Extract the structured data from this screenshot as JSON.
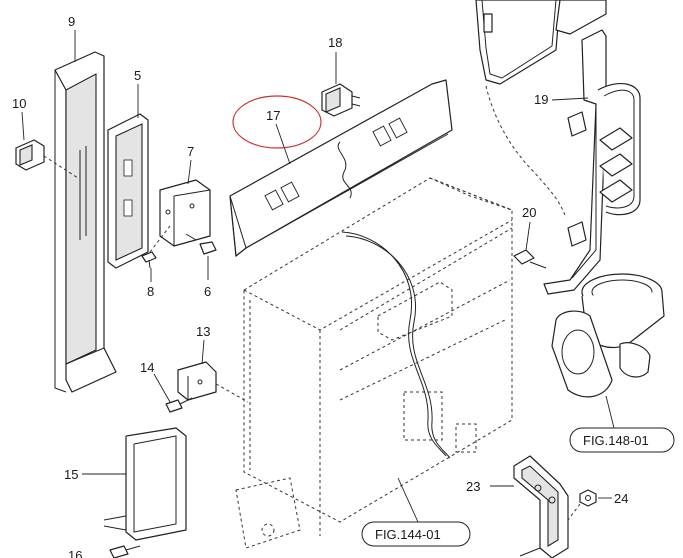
{
  "part_labels": {
    "p5": "5",
    "p6": "6",
    "p7": "7",
    "p8": "8",
    "p9": "9",
    "p10": "10",
    "p13": "13",
    "p14": "14",
    "p15": "15",
    "p16": "16",
    "p17": "17",
    "p18": "18",
    "p19": "19",
    "p20": "20",
    "p23": "23",
    "p24": "24"
  },
  "figure_refs": {
    "fig148": "FIG.148-01",
    "fig144": "FIG.144-01"
  },
  "colors": {
    "line": "#222222",
    "highlight_ellipse": "#cc3333",
    "background": "#ffffff"
  }
}
